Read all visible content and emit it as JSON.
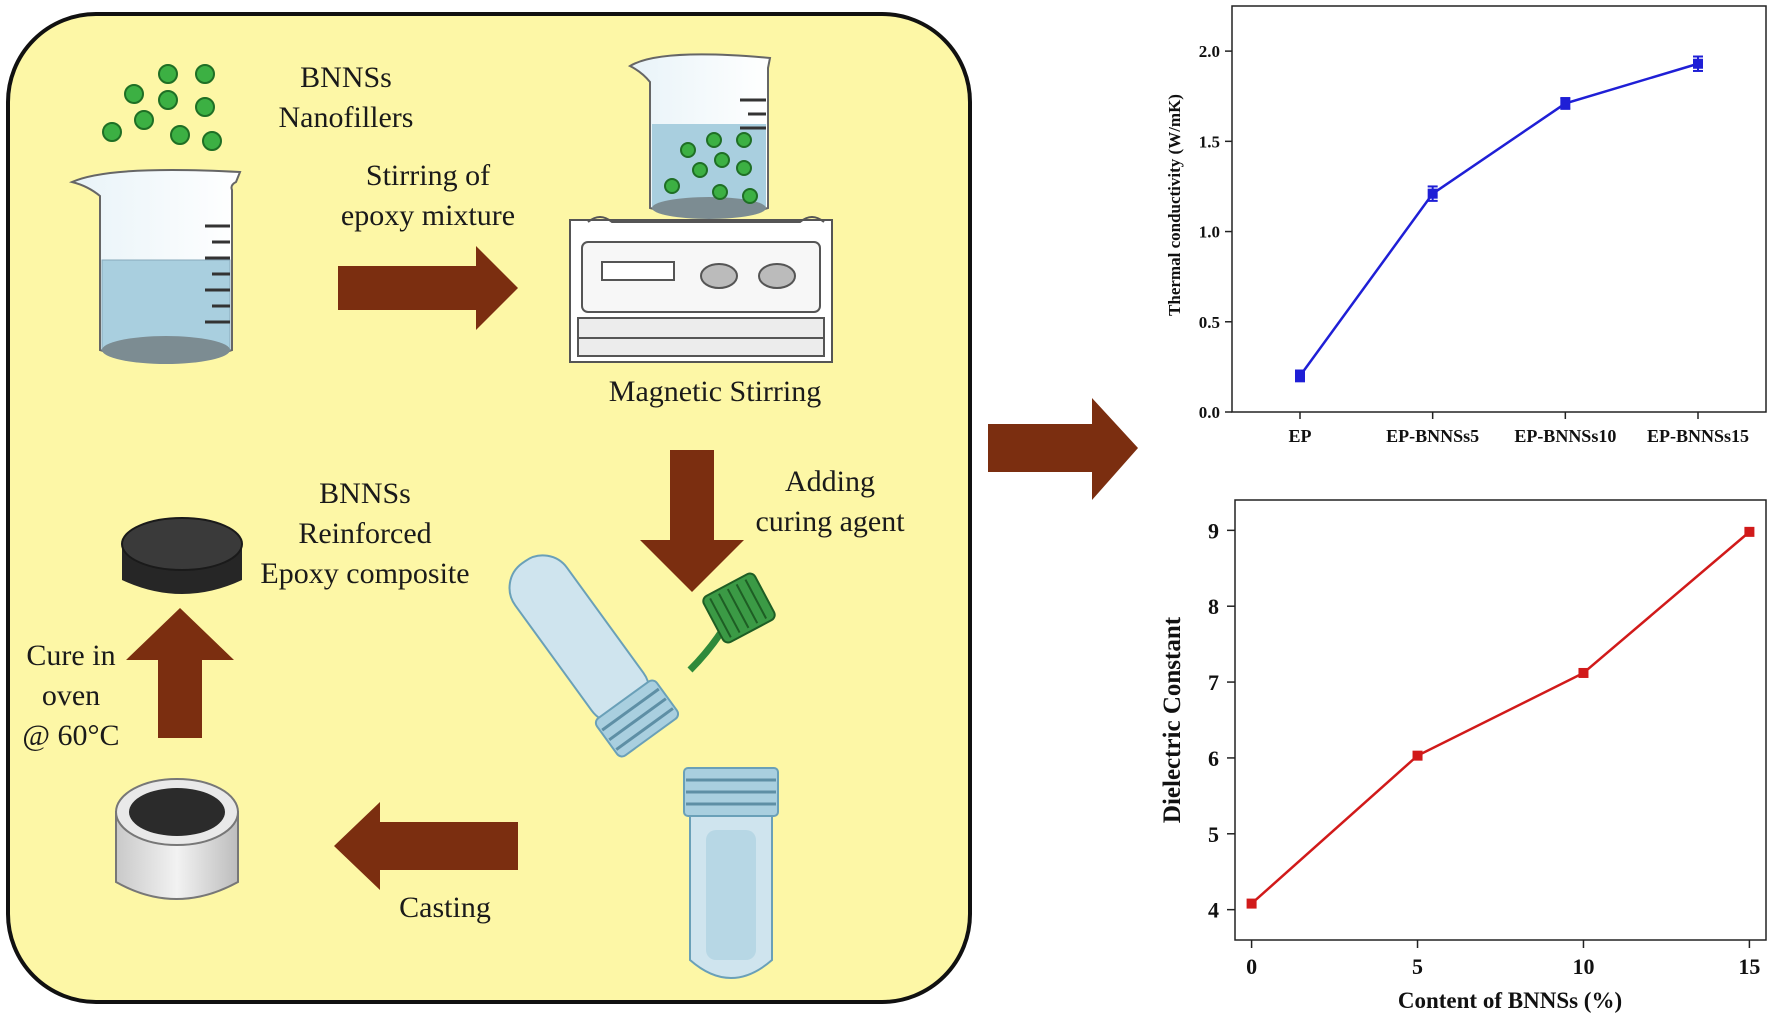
{
  "diagram": {
    "beaker_label": [
      "BNNSs",
      "Nanofillers"
    ],
    "stirring_label": [
      "Stirring of",
      "epoxy mixture"
    ],
    "magnetic_label": "Magnetic Stirring",
    "curing_label": [
      "Adding",
      "curing agent"
    ],
    "composite_label": [
      "BNNSs",
      "Reinforced",
      "Epoxy composite"
    ],
    "cure_label": [
      "Cure in",
      "oven",
      "@ 60°C"
    ],
    "casting_label": "Casting",
    "colors": {
      "panel_fill": "#fdf7a6",
      "panel_border": "#111111",
      "arrow": "#7b2e10",
      "liquid": "#a9cfdf",
      "nanofiller": "#3cb043",
      "cap": "#2f8a3a",
      "composite": "#2b2b2b"
    }
  },
  "chart_data": [
    {
      "type": "line",
      "categories": [
        "EP",
        "EP-BNNSs5",
        "EP-BNNSs10",
        "EP-BNNSs15"
      ],
      "values": [
        0.2,
        1.21,
        1.71,
        1.93
      ],
      "errors": [
        0.03,
        0.04,
        0.03,
        0.04
      ],
      "xlabel": "",
      "ylabel": "Thermal conductivity (W/mK)",
      "ylim": [
        0.0,
        2.25
      ],
      "yticks": [
        "0.0",
        "0.5",
        "1.0",
        "1.5",
        "2.0"
      ],
      "color": "#1f1fd6",
      "marker": "square"
    },
    {
      "type": "line",
      "x": [
        0,
        5,
        10,
        15
      ],
      "values": [
        4.08,
        6.03,
        7.12,
        8.98
      ],
      "xlabel": "Content of BNNSs (%)",
      "ylabel": "Dielectric Constant",
      "xlim": [
        -0.5,
        15.5
      ],
      "ylim": [
        3.6,
        9.4
      ],
      "xticks": [
        "0",
        "5",
        "10",
        "15"
      ],
      "yticks": [
        "4",
        "5",
        "6",
        "7",
        "8",
        "9"
      ],
      "color": "#d11a1a",
      "marker": "square"
    }
  ]
}
